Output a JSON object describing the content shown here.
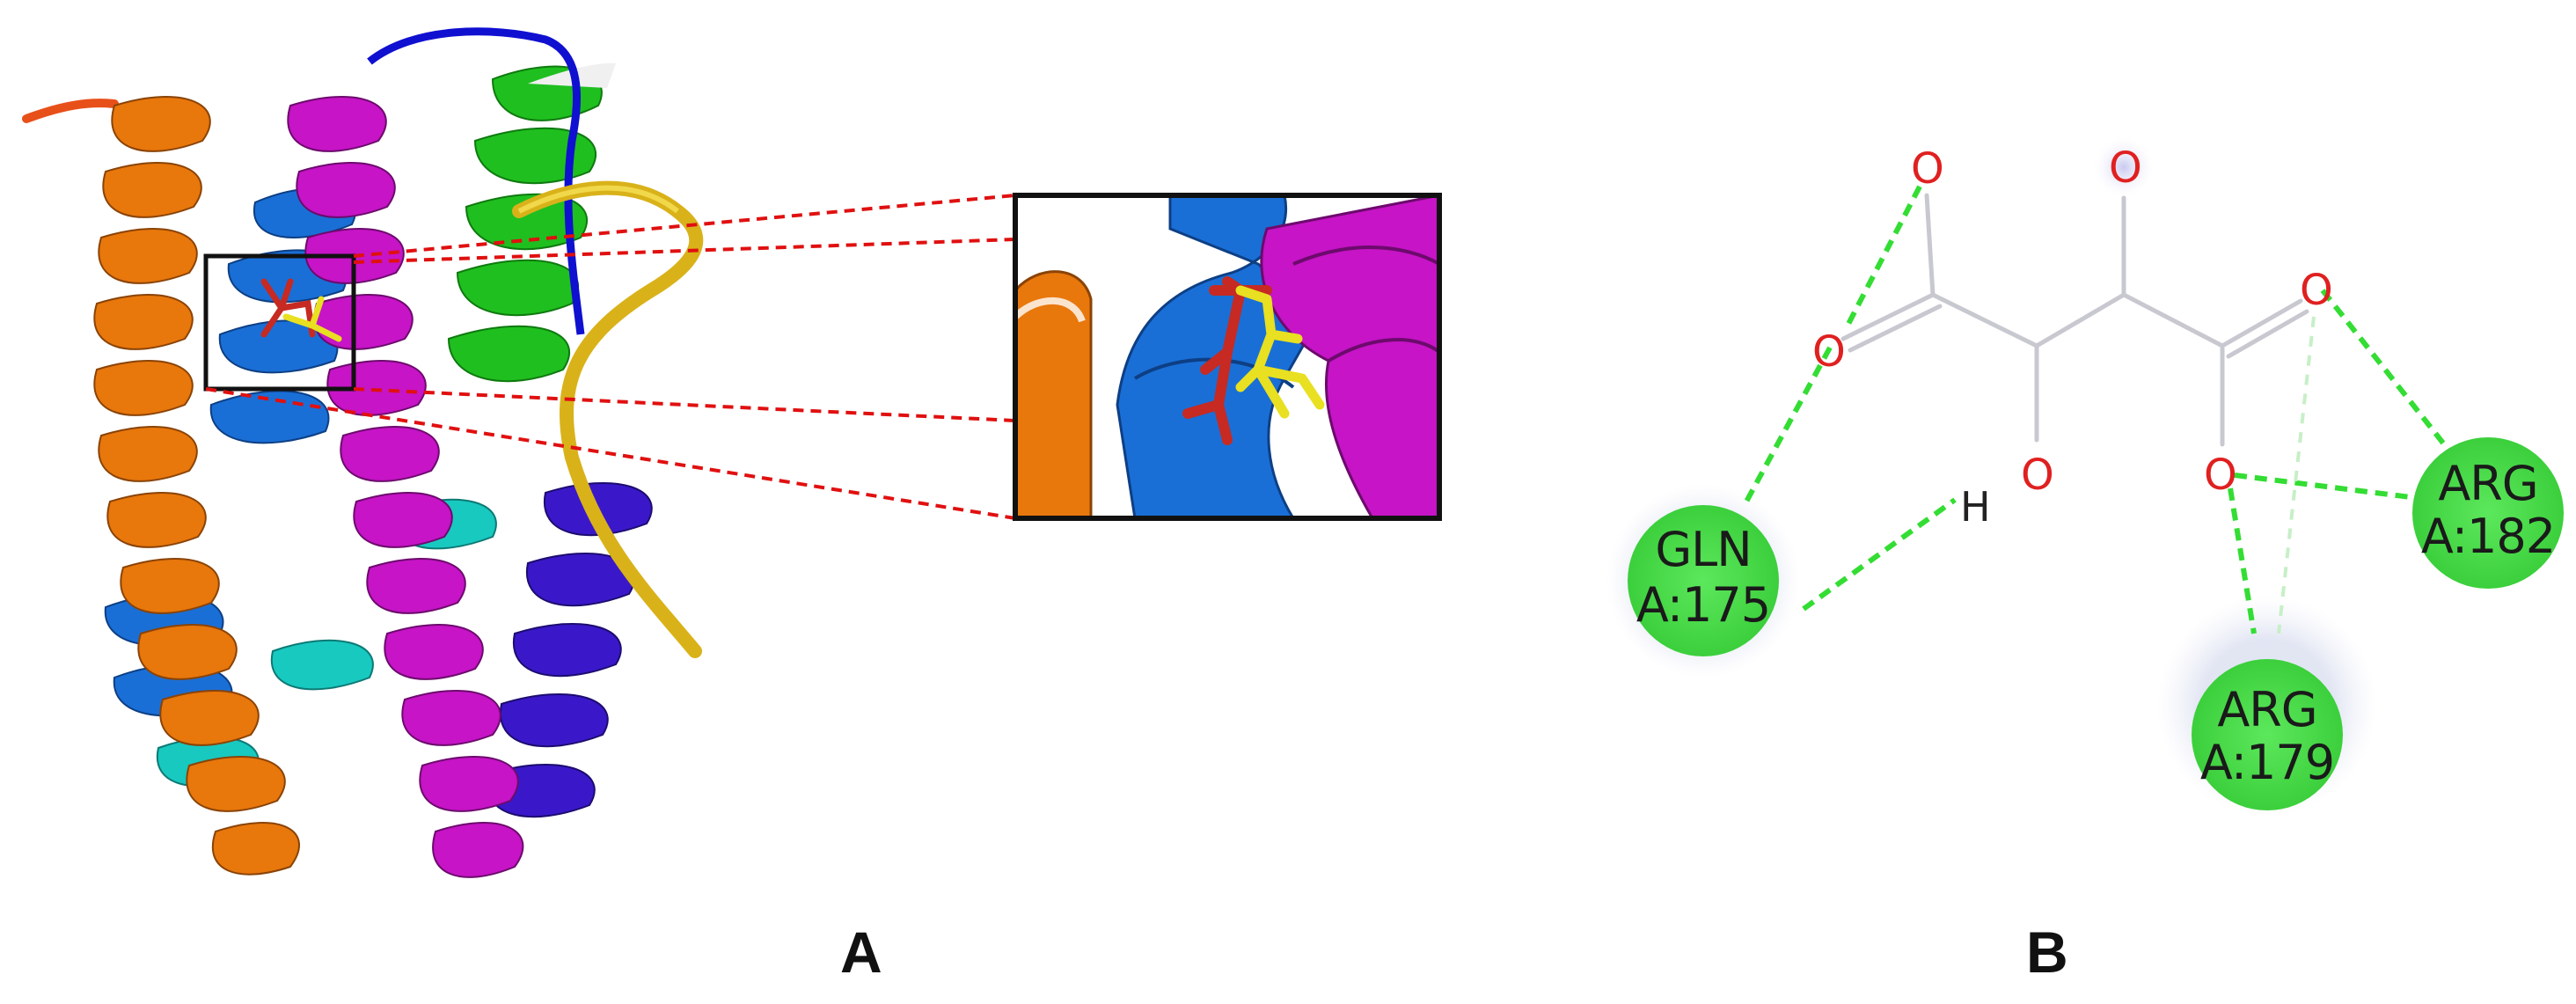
{
  "panels": {
    "a": {
      "letter": "A"
    },
    "b": {
      "letter": "B"
    }
  },
  "ligand_atoms": {
    "o_top_left": "O",
    "o_top_mid": "O",
    "o_left": "O",
    "o_right": "O",
    "o_hydroxyl": "O",
    "o_lower_right": "O",
    "h_hydroxyl": "H"
  },
  "residues": [
    {
      "name": "GLN",
      "id": "A:175"
    },
    {
      "name": "ARG",
      "id": "A:182"
    },
    {
      "name": "ARG",
      "id": "A:179"
    }
  ],
  "colors": {
    "orange_helix": "#e8770c",
    "blue_helix": "#1a6fd6",
    "magenta_helix": "#c614c6",
    "green_helix": "#1fbf1f",
    "cyan_helix": "#18c9c0",
    "indigo_helix": "#3a18c9",
    "yellow_strand": "#d9b21a",
    "ligand_red": "#c62a22",
    "ligand_yellow": "#e8e020",
    "zoom_line": "#e01010",
    "hbond": "#33dd33",
    "residue_fill": "#4de04d",
    "oxygen": "#e02020",
    "bond_gray": "#c8c8d0"
  }
}
